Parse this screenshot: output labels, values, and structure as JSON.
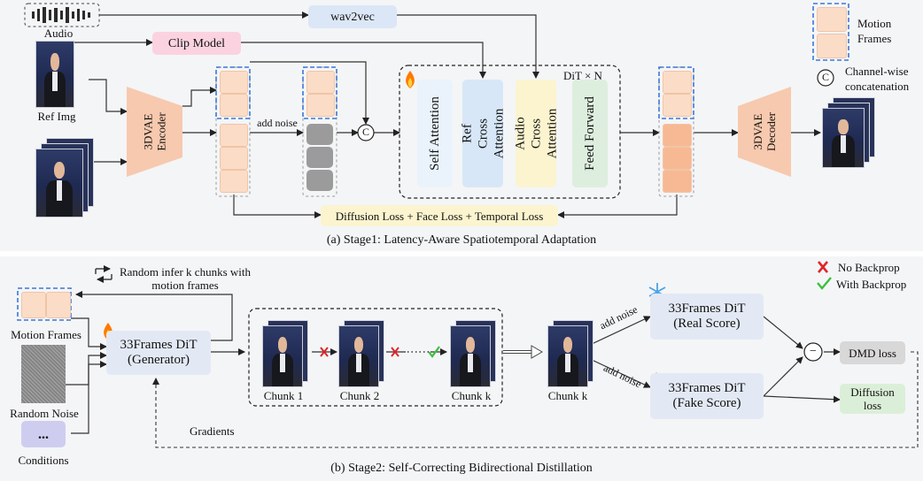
{
  "stage1": {
    "audio_label": "Audio",
    "wav2vec_label": "wav2vec",
    "clip_label": "Clip Model",
    "ref_img_label": "Ref Img",
    "encoder_label": "3DVAE Encoder",
    "add_noise_label": "add noise",
    "concat_symbol": "C",
    "dit_repeat_label": "DiT × N",
    "self_attention": "Self Attention",
    "ref_cross_attention": "Ref Cross Attention",
    "audio_cross_attention": "Audio Cross Attention",
    "feed_forward": "Feed Forward",
    "decoder_label": "3DVAE Decoder",
    "loss_label": "Diffusion Loss + Face Loss + Temporal Loss",
    "legend_motion_frames": "Motion Frames",
    "legend_channel_concat": "Channel-wise concatenation",
    "caption": "(a) Stage1: Latency-Aware Spatiotemporal Adaptation"
  },
  "stage2": {
    "random_infer_label": "Random infer k chunks with motion frames",
    "motion_frames_label": "Motion Frames",
    "generator_label": "33Frames DiT (Generator)",
    "random_noise_label": "Random Noise",
    "conditions_symbol": "...",
    "conditions_label": "Conditions",
    "chunk1": "Chunk 1",
    "chunk2": "Chunk 2",
    "chunkk": "Chunk k",
    "chunk_out": "Chunk k",
    "add_noise_1": "add noise",
    "add_noise_2": "add noise",
    "real_score_label": "33Frames DiT (Real Score)",
    "fake_score_label": "33Frames DiT (Fake Score)",
    "minus_symbol": "−",
    "dmd_loss": "DMD loss",
    "diffusion_loss": "Diffusion loss",
    "gradients_label": "Gradients",
    "legend_no_backprop": "No Backprop",
    "legend_with_backprop": "With Backprop",
    "caption": "(b) Stage2: Self-Correcting Bidirectional Distillation"
  },
  "colors": {
    "panel_bg": "#f4f5f7",
    "wav2vec": "#dbe7f6",
    "clip": "#fbd3e0",
    "self_attention": "#eaf3fb",
    "ref_cross": "#d7e7f7",
    "audio_cross": "#fbf4cf",
    "feed_forward": "#ddeede",
    "motion_frame": "#fbdcc7",
    "noise": "#9b9b9b",
    "encoder": "#f7c9ae",
    "dit_score": "#e3e9f4",
    "dmd": "#d8d8d8",
    "diff_loss": "#dbefd8",
    "conditions": "#cfcdef",
    "dash_blue": "#3b78d8",
    "no_backprop": "#e0242a",
    "with_backprop": "#3cc13b"
  },
  "icons": [
    "fire-icon",
    "snowflake-icon",
    "cross-icon",
    "check-icon",
    "loop-arrows-icon",
    "minus-circle-icon",
    "concat-circle-icon"
  ]
}
